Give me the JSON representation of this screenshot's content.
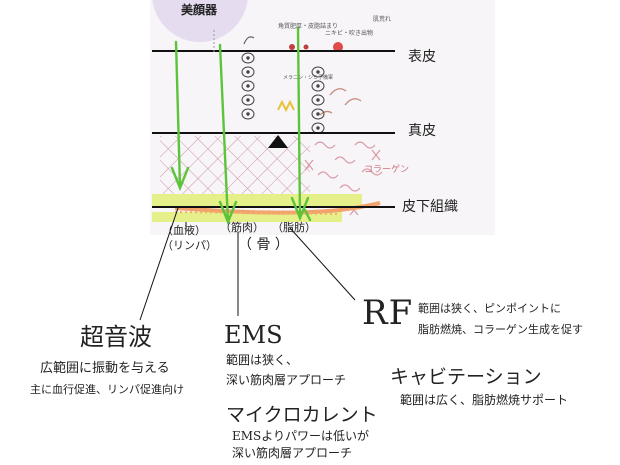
{
  "device_label": "美顔器",
  "layers": {
    "epidermis": "表皮",
    "dermis": "真皮",
    "subcutaneous": "皮下組織"
  },
  "tissue_labels": {
    "blood": "（血液）",
    "lymph": "（リンパ）",
    "muscle": "（筋肉）",
    "fat": "（脂肪）",
    "bone": "（ 骨 ）",
    "collagen": "コラーゲン",
    "skin_issues": "角質肥厚・皮脂詰まり",
    "acne": "ニキビ・吹き出物",
    "rough_skin": "肌荒れ",
    "melanin": "メラニン・シミ予備軍"
  },
  "technologies": [
    {
      "id": "ultrasound",
      "name": "超音波",
      "lines": [
        "広範囲に振動を与える",
        "主に血行促進、リンパ促進向け"
      ]
    },
    {
      "id": "ems",
      "name": "EMS",
      "lines": [
        "範囲は狭く、",
        "深い筋肉層アプローチ"
      ]
    },
    {
      "id": "rf",
      "name": "RF",
      "lines": [
        "範囲は狭く、ピンポイントに",
        "脂肪燃焼、コラーゲン生成を促す"
      ]
    },
    {
      "id": "cavitation",
      "name": "キャビテーション",
      "lines": [
        "範囲は広く、脂肪燃焼サポート"
      ]
    },
    {
      "id": "microcurrent",
      "name": "マイクロカレント",
      "lines": [
        "EMSよりパワーは低いが",
        "深い筋肉層アプローチ"
      ]
    }
  ],
  "colors": {
    "arrow": "#5cc43a",
    "mesh": "#c98a9a",
    "collagen": "#d99aa6",
    "fat": "#f2a36b",
    "muscle_band": "#e6f08a",
    "device": "#e6dcef",
    "acne": "#e04a4a",
    "line": "#111111"
  }
}
